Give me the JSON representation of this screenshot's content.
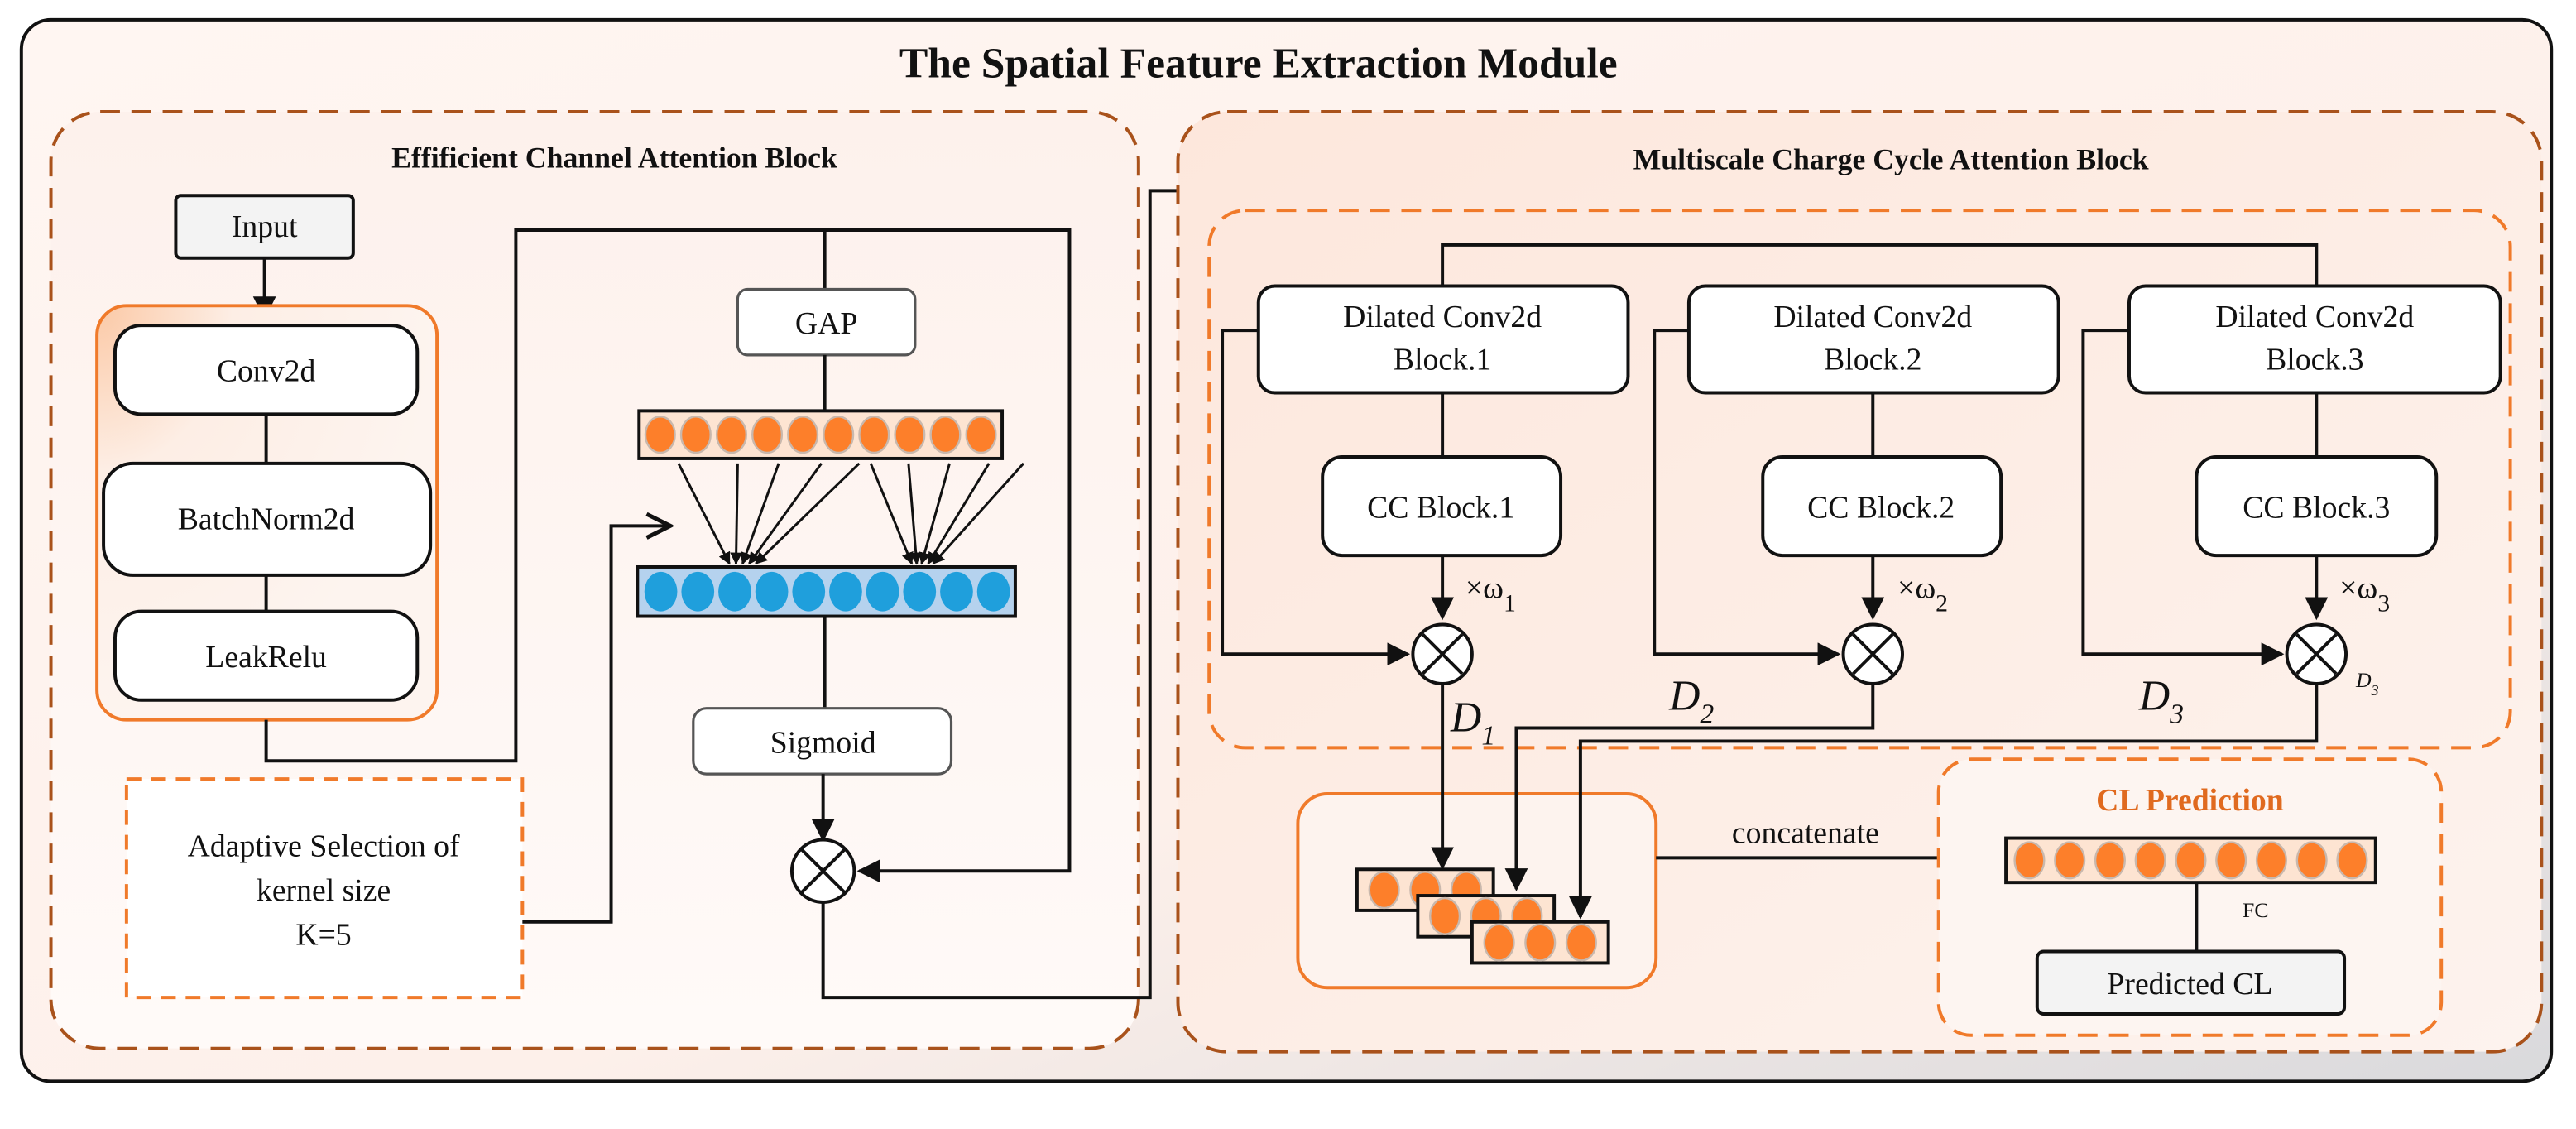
{
  "title": "The Spatial Feature Extraction Module",
  "eca_block": {
    "title": "Effificient Channel Attention Block",
    "input": "Input",
    "layers": [
      "Conv2d",
      "BatchNorm2d",
      "LeakRelu"
    ],
    "adaptive_note": [
      "Adaptive Selection of",
      "kernel size",
      "K=5"
    ],
    "gap": "GAP",
    "sigmoid": "Sigmoid",
    "orange_layer_nodes": 10,
    "blue_layer_nodes": 10
  },
  "mcca_block": {
    "title": "Multiscale Charge Cycle Attention Block",
    "branches": [
      {
        "dilated": [
          "Dilated Conv2d",
          "Block.1"
        ],
        "cc": "CC Block.1",
        "weight": "×ω",
        "weight_sub": "1",
        "d": "D",
        "d_sub": "1"
      },
      {
        "dilated": [
          "Dilated Conv2d",
          "Block.2"
        ],
        "cc": "CC Block.2",
        "weight": "×ω",
        "weight_sub": "2",
        "d": "D",
        "d_sub": "2"
      },
      {
        "dilated": [
          "Dilated Conv2d",
          "Block.3"
        ],
        "cc": "CC Block.3",
        "weight": "×ω",
        "weight_sub": "3",
        "d": "D",
        "d_sub": "3"
      }
    ],
    "d3_small": "D",
    "d3_small_sub": "3",
    "concatenate": "concatenate",
    "stack_nodes_per_layer": 3
  },
  "cl_prediction": {
    "title": "CL Prediction",
    "fc": "FC",
    "output": "Predicted CL",
    "nodes": 9
  },
  "colors": {
    "orange_node": "#fd7f2a",
    "orange_fill": "#fde4d2",
    "blue_node": "#1f9fdc",
    "blue_fill": "#b5d2ee",
    "dashed_dark": "#a9521b",
    "dashed_orange": "#f07a2a"
  }
}
